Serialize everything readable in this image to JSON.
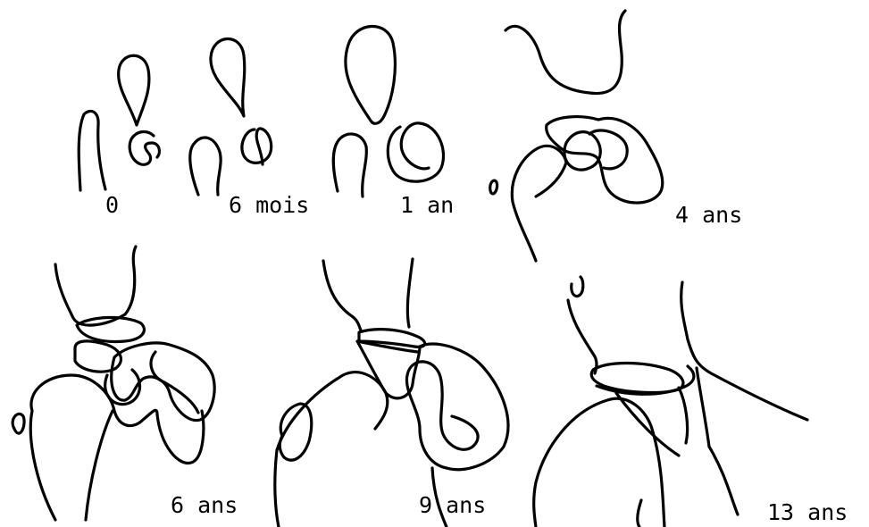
{
  "stages": [
    {
      "label": "0"
    },
    {
      "label": "6 mois"
    },
    {
      "label": "1 an"
    },
    {
      "label": "4 ans"
    },
    {
      "label": "6 ans"
    },
    {
      "label": "9 ans"
    },
    {
      "label": "13 ans"
    }
  ]
}
